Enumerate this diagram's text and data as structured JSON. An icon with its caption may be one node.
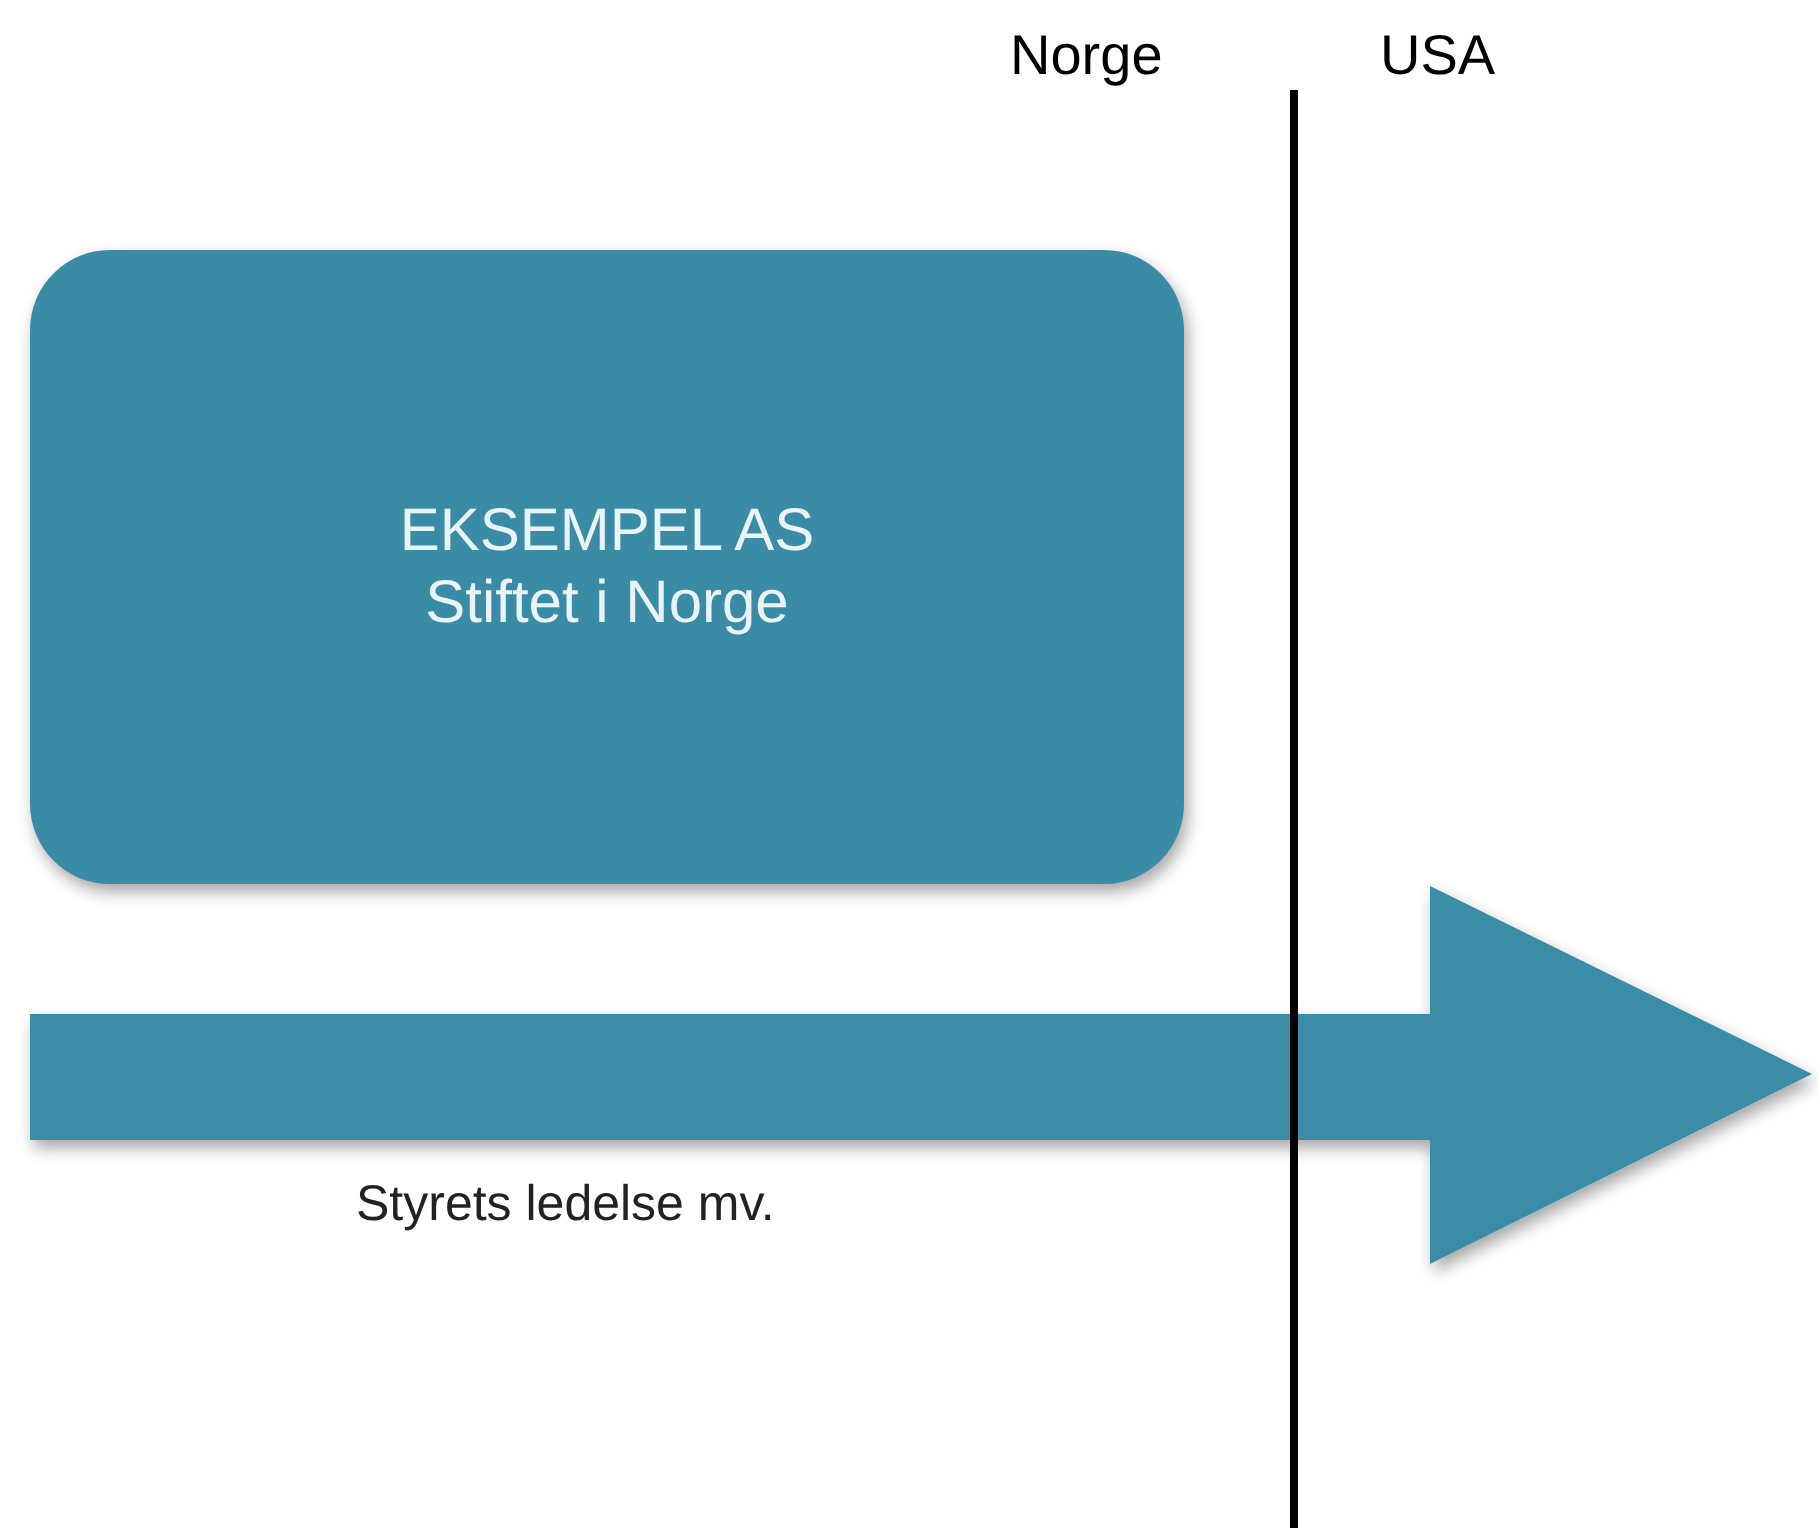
{
  "diagram": {
    "nodes": [
      {
        "text": [
          "EKSEMPEL AS",
          "Stiftet i Norge"
        ]
      }
    ],
    "edges": [],
    "labels": [
      "Norge",
      "USA",
      "Styrets ledelse mv."
    ]
  }
}
